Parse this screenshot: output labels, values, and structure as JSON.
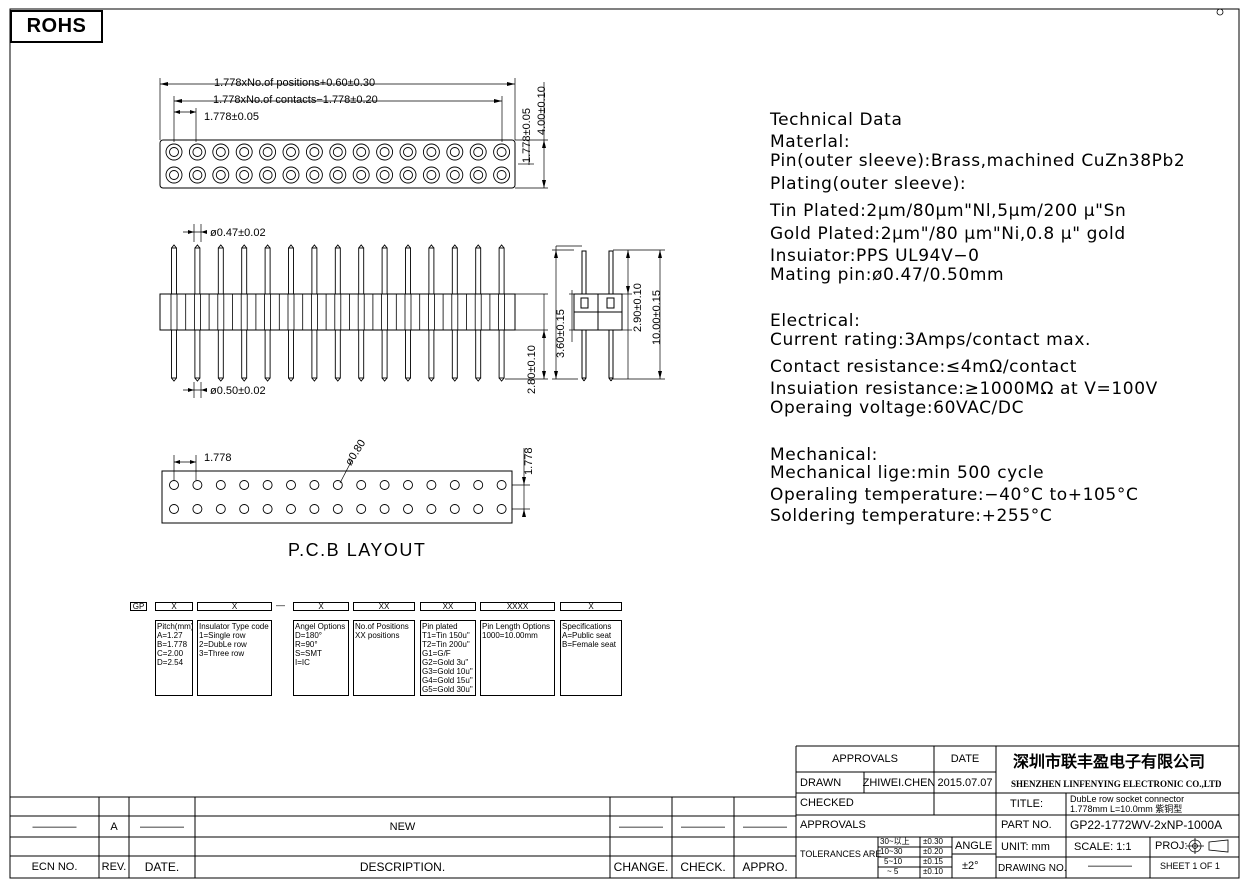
{
  "badge": {
    "rohs": "ROHS"
  },
  "dimensions": {
    "top_total": "1.778xNo.of positions+0.60±0.30",
    "top_contacts": "1.778xNo.of contacts−1.778±0.20",
    "top_pitch": "1.778±0.05",
    "right_row": "1.778±0.05",
    "right_height": "4.00±0.10",
    "pin_dia_top": "ø0.47±0.02",
    "pin_dia_bottom": "ø0.50±0.02",
    "side_lower": "2.80±0.10",
    "side_body": "3.60±0.15",
    "side_upper": "2.90±0.10",
    "side_total": "10.00±0.15",
    "pcb_pitch": "1.778",
    "pcb_hole": "ø0.80",
    "pcb_row": "1.778"
  },
  "pcb_title": "P.C.B LAYOUT",
  "technical": {
    "title": "Technical Data",
    "material": "Materlal:",
    "pin": "Pin(outer sleeve):Brass,machined CuZn38Pb2",
    "plating": "Plating(outer sleeve):",
    "tin": "Tin Plated:2μm/80μm\"Nl,5μm/200 μ\"Sn",
    "gold": "Gold Plated:2μm\"/80 μm\"Ni,0.8 μ\" gold",
    "insulator": "Insuiator:PPS UL94V−0",
    "mating": "Mating pin:ø0.47/0.50mm",
    "electrical": "Electrical:",
    "current": "Current rating:3Amps/contact max.",
    "contact_res": "Contact resistance:≤4mΩ/contact",
    "insulation_res": "Insuiation resistance:≥1000MΩ at V=100V",
    "voltage": "Operaing voltage:60VAC/DC",
    "mechanical": "Mechanical:",
    "mech_life": "Mechanical lige:min 500 cycle",
    "op_temp": "Operaling temperature:−40°C to+105°C",
    "sold_temp": "Soldering temperature:+255°C"
  },
  "part_code": {
    "prefix": "GP",
    "fields": [
      "X",
      "X",
      "X",
      "XX",
      "XX",
      "XXXX",
      "X"
    ],
    "dash": "—",
    "pitch": "Pitch(mm)\nA=1.27\nB=1.778\nC=2.00\nD=2.54",
    "insulator": "Insulator Type code\n1=Single row\n2=DubLe row\n3=Three row",
    "angle": "Angel Options\nD=180°\nR=90°\nS=SMT\nI=IC",
    "positions": "No.of Positions\nXX positions",
    "plated": "Pin plated\nT1=Tin 150u\"\nT2=Tin 200u\"\nG1=G/F\nG2=Gold 3u\"\nG3=Gold 10u\"\nG4=Gold 15u\"\nG5=Gold 30u\"",
    "length": "Pin Length Options\n1000=10.00mm",
    "spec": "Specifications\nA=Public seat\nB=Female seat"
  },
  "title_block": {
    "approvals_header": "APPROVALS",
    "date_header": "DATE",
    "drawn": "DRAWN",
    "drawn_by": "ZHIWEI.CHEN",
    "drawn_date": "2015.07.07",
    "checked": "CHECKED",
    "approvals": "APPROVALS",
    "tolerances": "TOLERANCES ARE",
    "tol_ranges": [
      "30~以上",
      "10~30",
      "5~10",
      "~ 5"
    ],
    "tol_values": [
      "±0.30",
      "±0.20",
      "±0.15",
      "±0.10"
    ],
    "angle": "ANGLE",
    "angle_value": "±2°",
    "company_cn": "深圳市联丰盈电子有限公司",
    "company_en": "SHENZHEN LINFENYING ELECTRONIC CO.,LTD",
    "title_label": "TITLE:",
    "title_value": "DubLe row socket connector\n1.778mm L=10.0mm 紫铜型",
    "part_no_label": "PART NO.",
    "part_no": "GP22-1772WV-2xNP-1000A",
    "unit": "UNIT: mm",
    "scale": "SCALE: 1:1",
    "proj": "PROJ:",
    "drawing_no": "DRAWING NO.",
    "drawing_value": "————",
    "sheet": "SHEET 1 OF 1"
  },
  "revision": {
    "ecn_header": "ECN NO.",
    "rev_header": "REV.",
    "date_header": "DATE.",
    "desc_header": "DESCRIPTION.",
    "change_header": "CHANGE.",
    "check_header": "CHECK.",
    "appro_header": "APPRO.",
    "ecn": "————",
    "rev": "A",
    "date": "————",
    "desc": "NEW",
    "change": "————",
    "check": "————",
    "appro": "————"
  }
}
